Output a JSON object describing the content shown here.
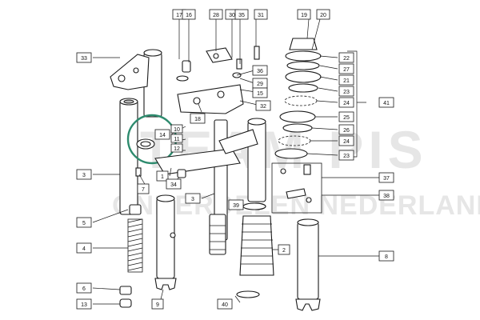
{
  "watermark": {
    "main": "TEAM PIS",
    "sub": "ONDERDELEN NEDERLAND"
  },
  "highlight": {
    "ring_color": "#2e8b6e",
    "part_label": "14"
  },
  "callouts": {
    "c1": "1",
    "c2": "2",
    "c3": "3",
    "c3b": "3",
    "c4": "4",
    "c5": "5",
    "c6": "6",
    "c7": "7",
    "c8": "8",
    "c9": "9",
    "c10": "10",
    "c11": "11",
    "c12": "12",
    "c13": "13",
    "c14": "14",
    "c15": "15",
    "c16": "16",
    "c17": "17",
    "c18": "18",
    "c19": "19",
    "c20": "20",
    "c21": "21",
    "c22": "22",
    "c23": "23",
    "c23b": "23",
    "c24": "24",
    "c24b": "24",
    "c25": "25",
    "c26": "26",
    "c27": "27",
    "c28": "28",
    "c29": "29",
    "c30": "30",
    "c31": "31",
    "c32": "32",
    "c33": "33",
    "c34": "34",
    "c35": "35",
    "c36": "36",
    "c37": "37",
    "c38": "38",
    "c39": "39",
    "c40": "40",
    "c41": "41"
  }
}
